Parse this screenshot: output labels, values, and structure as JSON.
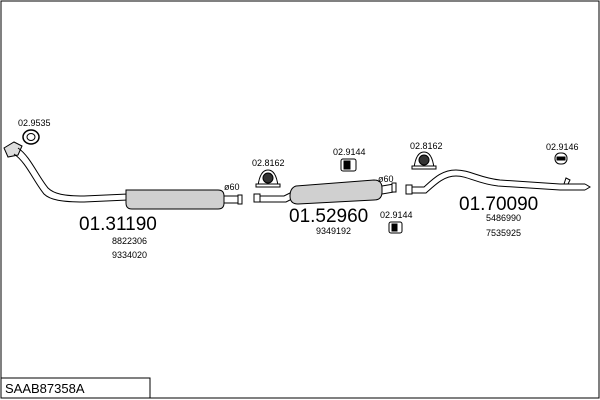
{
  "diagram": {
    "title_code": "SAAB87358A",
    "parts": [
      {
        "part_number": "01.31190",
        "references": [
          "8822306",
          "9334020"
        ],
        "pipe_diameter": "ø60"
      },
      {
        "part_number": "01.52960",
        "references": [
          "9349192"
        ],
        "pipe_diameter": "ø60"
      },
      {
        "part_number": "01.70090",
        "references": [
          "5486990",
          "7535925"
        ]
      }
    ],
    "accessories": [
      {
        "code": "02.9535",
        "icon": "gasket-ring-icon"
      },
      {
        "code": "02.8162",
        "icon": "rubber-hanger-icon"
      },
      {
        "code": "02.9144",
        "icon": "clamp-icon"
      },
      {
        "code": "02.9144",
        "icon": "clamp-icon"
      },
      {
        "code": "02.8162",
        "icon": "rubber-hanger-icon"
      },
      {
        "code": "02.9146",
        "icon": "clamp-icon"
      }
    ]
  }
}
